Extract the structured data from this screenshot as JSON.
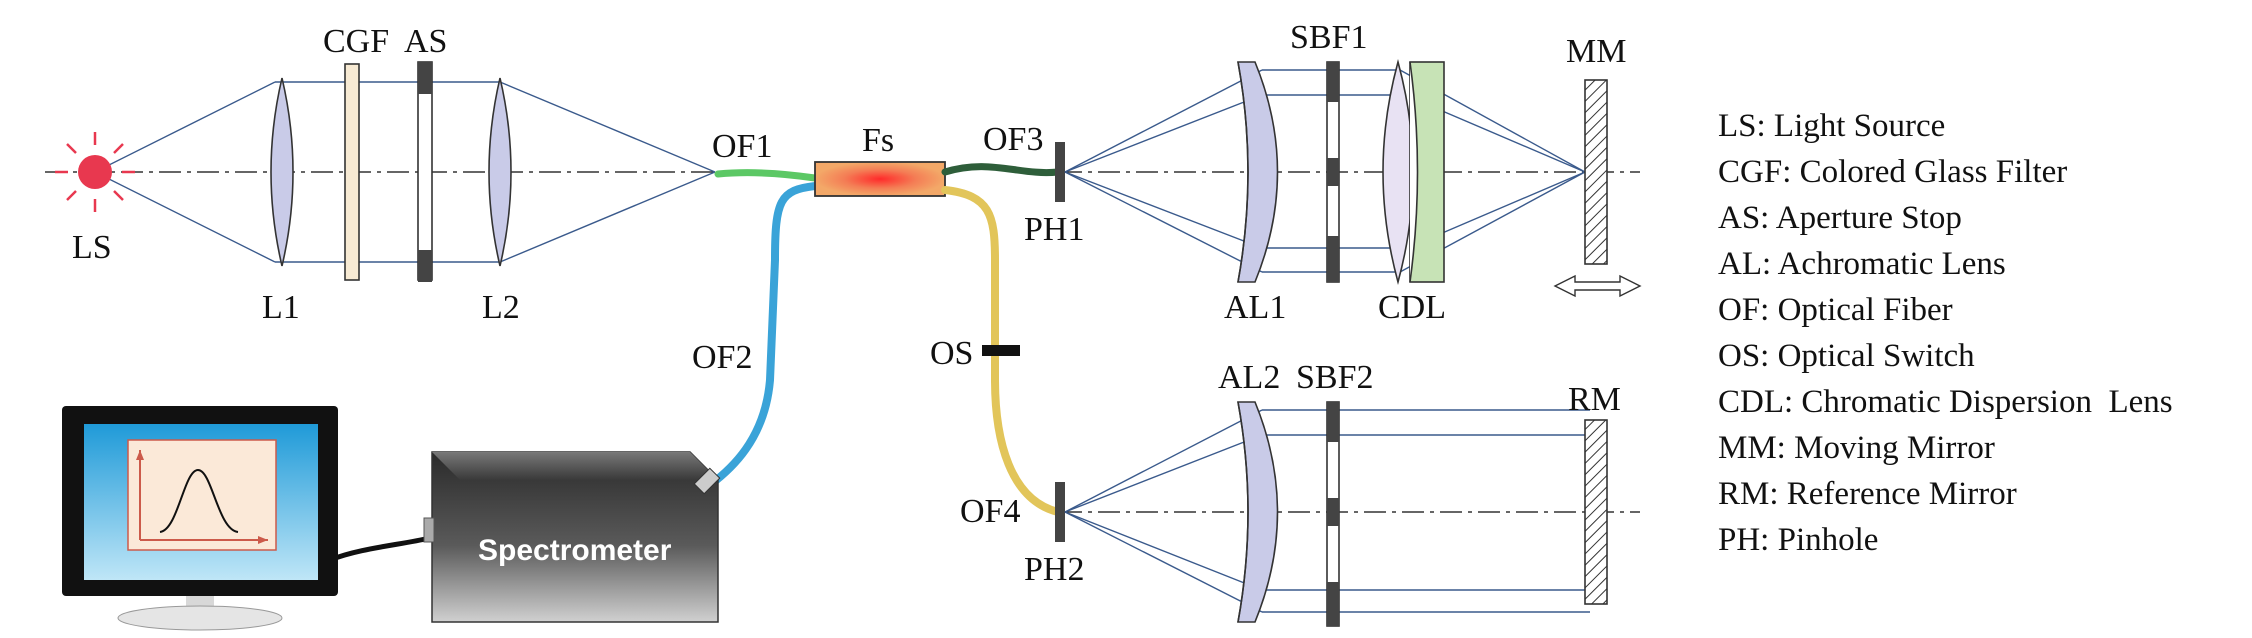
{
  "labels": {
    "ls": "LS",
    "l1": "L1",
    "cgf": "CGF",
    "as": "AS",
    "l2": "L2",
    "of1": "OF1",
    "fs": "Fs",
    "of2": "OF2",
    "of3": "OF3",
    "ph1": "PH1",
    "os": "OS",
    "of4": "OF4",
    "ph2": "PH2",
    "al1": "AL1",
    "sbf1": "SBF1",
    "cdl": "CDL",
    "mm": "MM",
    "al2": "AL2",
    "sbf2": "SBF2",
    "rm": "RM",
    "spectrometer": "Spectrometer"
  },
  "legend": [
    "LS: Light Source",
    "CGF: Colored Glass Filter",
    "AS: Aperture Stop",
    "AL: Achromatic Lens",
    "OF: Optical Fiber",
    "OS: Optical Switch",
    "CDL: Chromatic Dispersion  Lens",
    "MM: Moving Mirror",
    "RM: Reference Mirror",
    "PH: Pinhole"
  ],
  "colors": {
    "light_source": "#e8384f",
    "lens_fill": "#c9cbe8",
    "cgf_fill": "#f7ead3",
    "of1": "#5cc865",
    "of2": "#3aa3d8",
    "of3": "#2e5e3a",
    "of4": "#e2c55a",
    "fs_body": "#f0a060",
    "cdl_fill": "#c7e3b6",
    "spectrometer": "#4a4a4a",
    "monitor_screen": "#2ea7e0"
  }
}
